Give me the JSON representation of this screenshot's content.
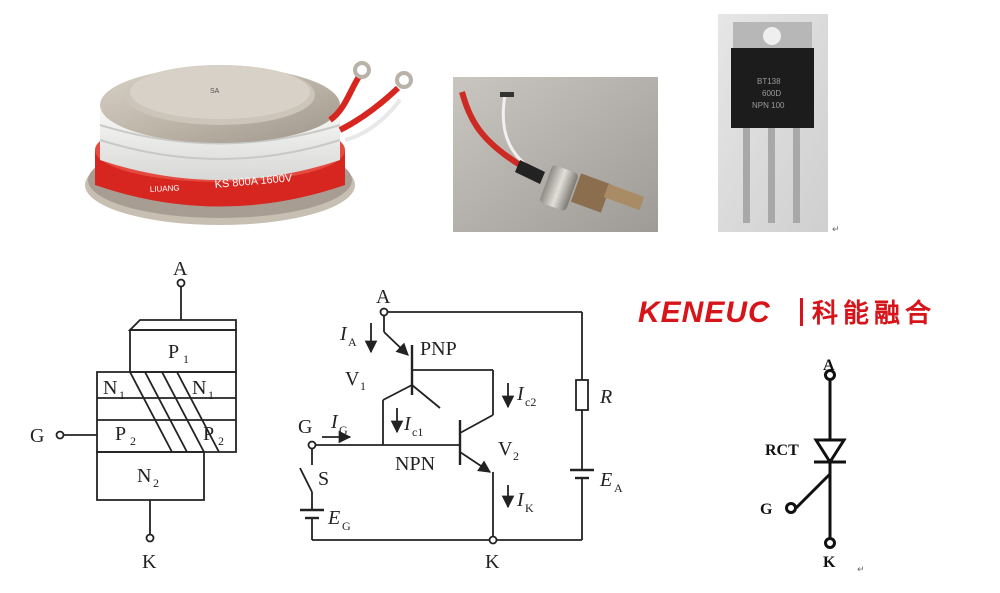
{
  "photos": {
    "puck": {
      "marking": "KS 800A 1600V",
      "brand": "LIUANG"
    },
    "stud": {},
    "to220": {
      "marking": "BT138 600D NPN 100"
    }
  },
  "structure": {
    "terminal_anode": "A",
    "terminal_gate": "G",
    "terminal_cathode": "K",
    "layer_p1": "P",
    "layer_p1_sub": "1",
    "layer_n1_left": "N",
    "layer_n1_left_sub": "1",
    "layer_n1_right": "N",
    "layer_n1_right_sub": "1",
    "layer_p2_left": "P",
    "layer_p2_left_sub": "2",
    "layer_p2_right": "P",
    "layer_p2_right_sub": "2",
    "layer_n2": "N",
    "layer_n2_sub": "2"
  },
  "circuit": {
    "node_a": "A",
    "node_g": "G",
    "node_k": "K",
    "current_ia": "I",
    "current_ia_sub": "A",
    "current_ig": "I",
    "current_ig_sub": "G",
    "current_ic1": "I",
    "current_ic1_sub": "c1",
    "current_ic2": "I",
    "current_ic2_sub": "c2",
    "current_ik": "I",
    "current_ik_sub": "K",
    "pnp_label": "PNP",
    "npn_label": "NPN",
    "v1_label": "V",
    "v1_sub": "1",
    "v2_label": "V",
    "v2_sub": "2",
    "resistor_label": "R",
    "switch_label": "S",
    "source_ea": "E",
    "source_ea_sub": "A",
    "source_eg": "E",
    "source_eg_sub": "G"
  },
  "brand": {
    "name_en": "KENEUC",
    "name_cn": "科能融合",
    "color": "#d7141a"
  },
  "symbol": {
    "label": "RCT",
    "terminal_a": "A",
    "terminal_g": "G",
    "terminal_k": "K"
  },
  "return_marks": [
    "↵",
    "↵"
  ]
}
